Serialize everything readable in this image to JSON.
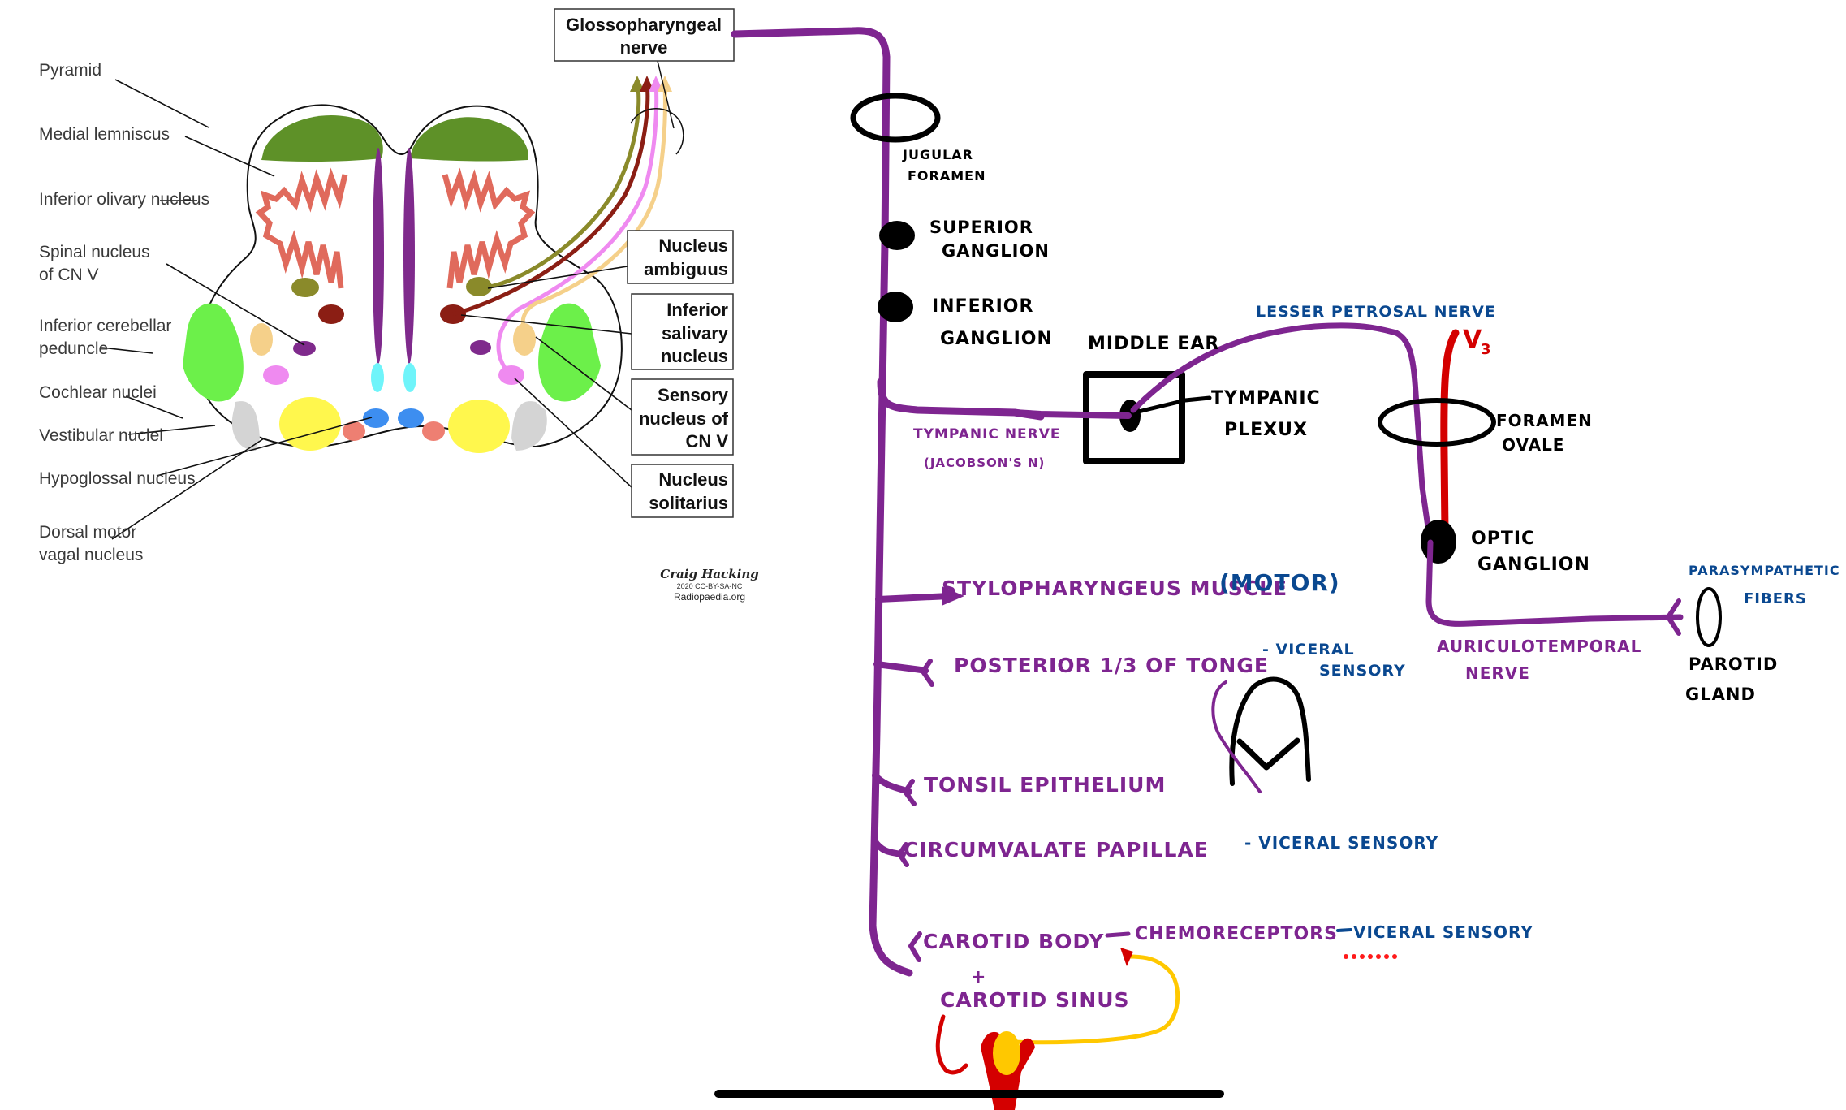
{
  "medulla_figure": {
    "left_labels": [
      "Pyramid",
      "Medial lemniscus",
      "Inferior olivary nucleus",
      "Spinal nucleus",
      "of CN V",
      "Inferior cerebellar",
      "peduncle",
      "Cochlear nuclei",
      "Vestibular nuclei",
      "Hypoglossal nucleus",
      "Dorsal motor",
      "vagal nucleus"
    ],
    "title_box": [
      "Glossopharyngeal",
      "nerve"
    ],
    "right_boxes": [
      [
        "Nucleus",
        "ambiguus"
      ],
      [
        "Inferior",
        "salivary",
        "nucleus"
      ],
      [
        "Sensory",
        "nucleus of",
        "CN V"
      ],
      [
        "Nucleus",
        "solitarius"
      ]
    ],
    "credit": {
      "author": "Craig Hacking",
      "license": "2020 CC-BY-SA-NC",
      "site": "Radiopaedia.org"
    },
    "colors": {
      "pyramid": "#5e9128",
      "medial_lemniscus": "#7f2a8c",
      "olive": "#e06a5c",
      "ambiguus": "#8a8a2a",
      "salivary": "#8b1e14",
      "spinal_v": "#7f2a8c",
      "sensory_v": "#f5d08a",
      "solitarius": "#ef8af0",
      "icp": "#6cf04a",
      "cochlear": "#d4d4d4",
      "vestibular": "#fff74d",
      "hypoglossal": "#3d8ef0",
      "dorsal_vagal": "#ee7f72",
      "mlf": "#6ff4fa"
    }
  },
  "handwritten": {
    "jugular_foramen": [
      "JUGULAR",
      "FORAMEN"
    ],
    "superior_ganglion": [
      "SUPERIOR",
      "GANGLION"
    ],
    "inferior_ganglion": [
      "INFERIOR",
      "GANGLION"
    ],
    "middle_ear": "MIDDLE EAR",
    "tympanic_plexus": [
      "TYMPANIC",
      "PLEXUX"
    ],
    "tympanic_nerve": [
      "TYMPANIC NERVE",
      "(JACOBSON'S N)"
    ],
    "lesser_petrosal": "LESSER PETROSAL NERVE",
    "v3": "V",
    "v3_sub": "3",
    "foramen_ovale": [
      "FORAMEN",
      "OVALE"
    ],
    "optic_ganglion": [
      "OPTIC",
      "GANGLION"
    ],
    "auriculotemporal": [
      "AURICULOTEMPORAL",
      "NERVE"
    ],
    "parasympathetic": [
      "PARASYMPATHETIC",
      "FIBERS"
    ],
    "parotid": [
      "PAROTID",
      "GLAND"
    ],
    "branches": [
      {
        "target": "STYLOPHARYNGEUS MUSCLE",
        "note": "(MOTOR)"
      },
      {
        "target": "POSTERIOR 1/3 OF TONGE",
        "note": "- VICERAL",
        "note2": "SENSORY"
      },
      {
        "target": "TONSIL EPITHELIUM"
      },
      {
        "target": "CIRCUMVALATE PAPILLAE",
        "note": "- VICERAL SENSORY"
      },
      {
        "target": "CAROTID BODY",
        "arrow_text": "CHEMORECEPTORS",
        "note": "VICERAL SENSORY"
      }
    ],
    "carotid_sinus": [
      "+",
      "CAROTID SINUS"
    ],
    "colors": {
      "nerve": "#7e2590",
      "note": "#0a4890",
      "v3": "#d40000",
      "ink": "#000000",
      "carotid": "#d40000",
      "carotid_body": "#ffc800"
    }
  },
  "home_indicator": "home-bar"
}
